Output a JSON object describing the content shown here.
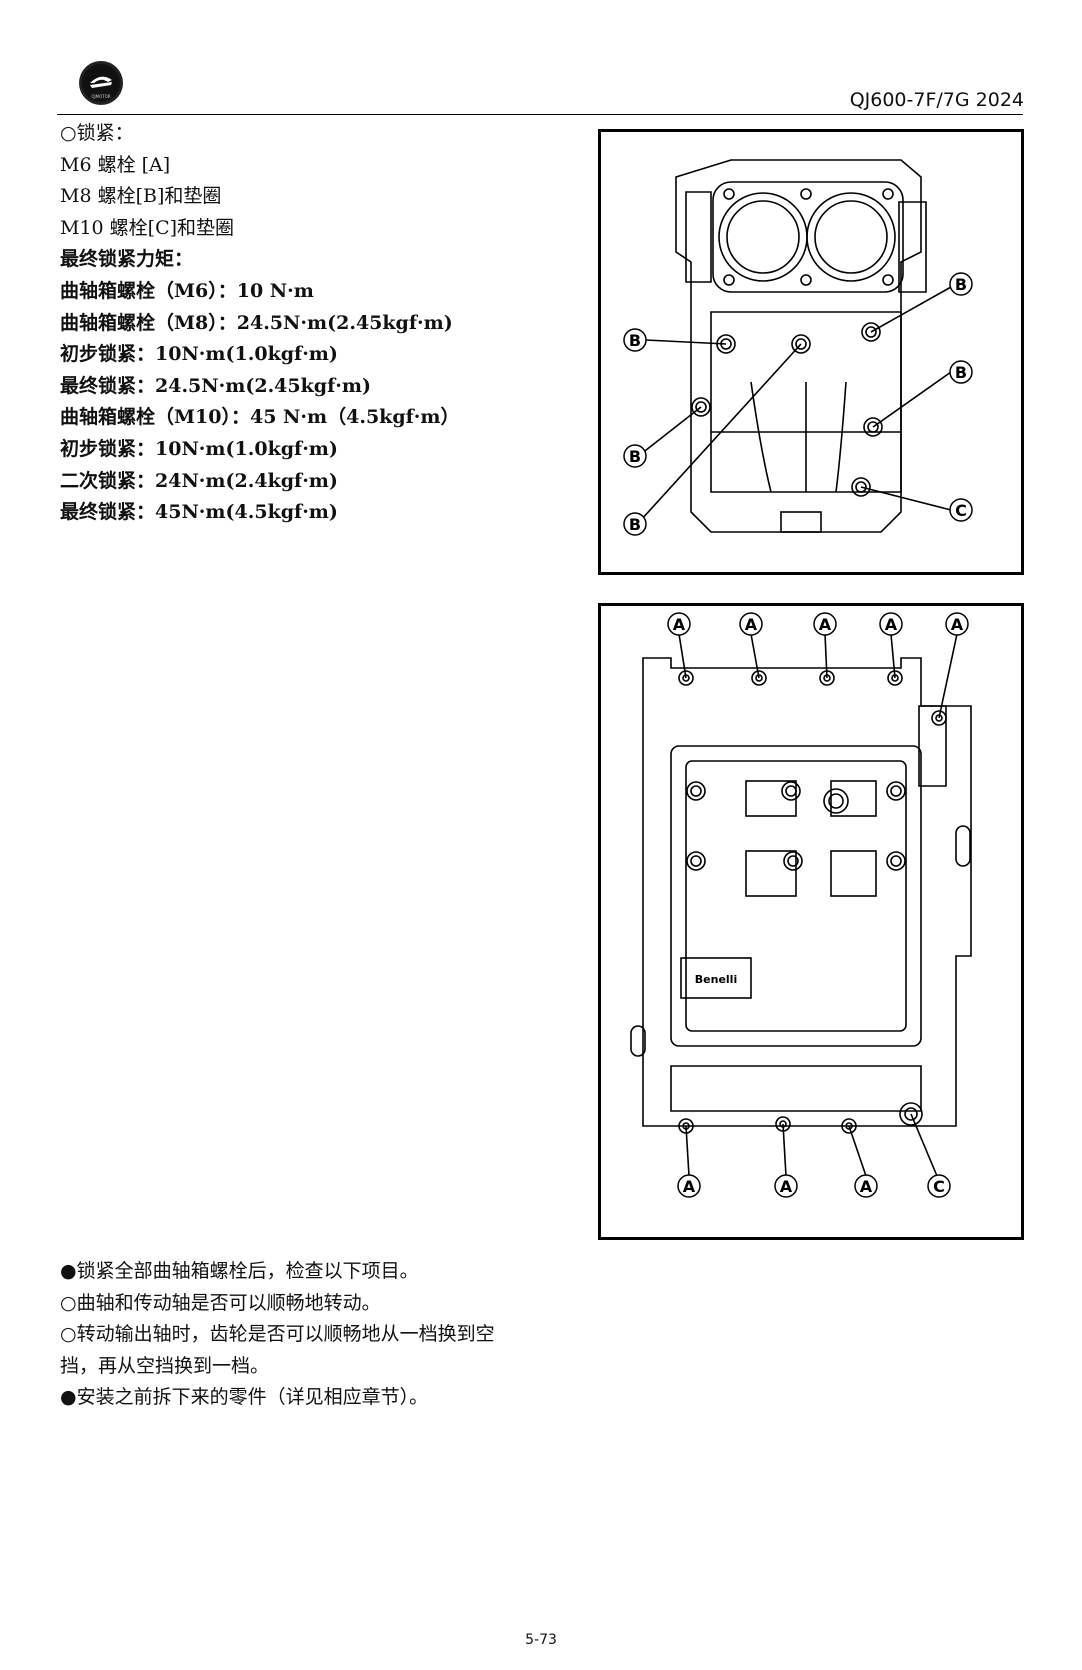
{
  "header": {
    "model": "QJ600-7F/7G 2024",
    "logo_text": "QJMOTOR"
  },
  "torque_lines": [
    "○锁紧：",
    "M6 螺栓 [A]",
    "M8 螺栓[B]和垫圈",
    "M10 螺栓[C]和垫圈",
    "最终锁紧力矩：",
    "曲轴箱螺栓（M6）：10 N·m",
    "曲轴箱螺栓（M8）：24.5N·m(2.45kgf·m)",
    "初步锁紧：10N·m(1.0kgf·m)",
    "最终锁紧：24.5N·m(2.45kgf·m)",
    "曲轴箱螺栓（M10）：45 N·m（4.5kgf·m）",
    "初步锁紧：10N·m(1.0kgf·m)",
    "二次锁紧：24N·m(2.4kgf·m)",
    "最终锁紧：45N·m(4.5kgf·m)"
  ],
  "figure1": {
    "callouts": [
      "B",
      "B",
      "B",
      "B",
      "B",
      "C"
    ]
  },
  "figure2": {
    "callouts_top": [
      "A",
      "A",
      "A",
      "A",
      "A"
    ],
    "callouts_bottom": [
      "A",
      "A",
      "A",
      "C"
    ],
    "stamp": "Benelli"
  },
  "notes": [
    "●锁紧全部曲轴箱螺栓后，检查以下项目。",
    "○曲轴和传动轴是否可以顺畅地转动。",
    "○转动输出轴时，齿轮是否可以顺畅地从一档换到空",
    "挡，再从空挡换到一档。",
    "●安装之前拆下来的零件（详见相应章节）。"
  ],
  "page_number": "5-73"
}
